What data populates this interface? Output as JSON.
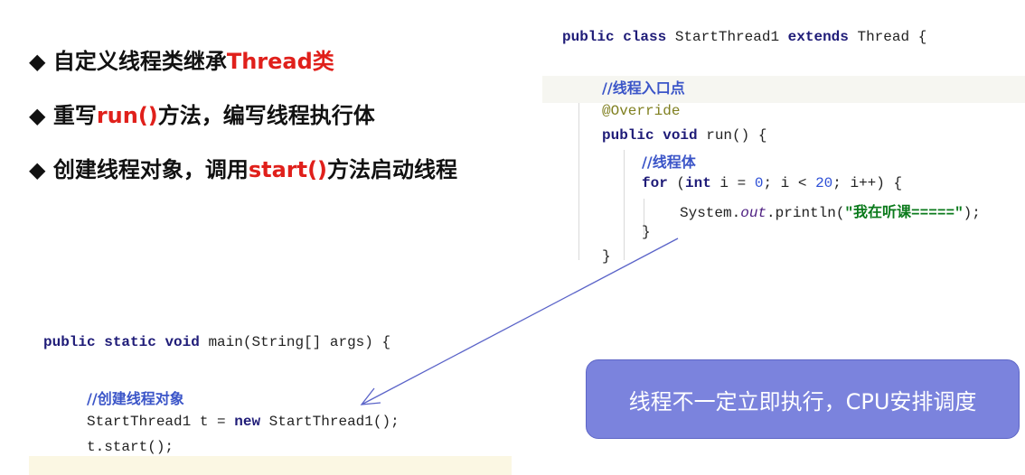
{
  "bullets": [
    {
      "marker": "◆",
      "pre": "自定义线程类继承",
      "red": "Thread类",
      "post": ""
    },
    {
      "marker": "◆",
      "pre": "重写",
      "red": "run()",
      "post": "方法，编写线程执行体"
    },
    {
      "marker": "◆",
      "pre": "创建线程对象，调用",
      "red": "start()",
      "post": "方法启动线程"
    }
  ],
  "code_top": {
    "l1_kw1": "public",
    "l1_kw2": "class",
    "l1_name": " StartThread1 ",
    "l1_kw3": "extends",
    "l1_rest": " Thread {",
    "l2_comment": "//线程入口点",
    "l3_annotation": "@Override",
    "l4_kw1": "public",
    "l4_kw2": "void",
    "l4_rest": " run() {",
    "l5_comment": "//线程体",
    "l6_kw1": "for",
    "l6_a": " (",
    "l6_kw2": "int",
    "l6_b": " i = ",
    "l6_n1": "0",
    "l6_c": "; i < ",
    "l6_n2": "20",
    "l6_d": "; i++) {",
    "l7_a": "System.",
    "l7_out": "out",
    "l7_b": ".println(",
    "l7_str": "\"我在听课=====\"",
    "l7_c": ");",
    "l8": "}",
    "l9": "}"
  },
  "code_bottom": {
    "l1_kw1": "public",
    "l1_kw2": "static",
    "l1_kw3": "void",
    "l1_rest": " main(String[] args) {",
    "l2_comment": "//创建线程对象",
    "l3_a": "StartThread1 t = ",
    "l3_kw": "new",
    "l3_b": " StartThread1();",
    "l4": "t.start();"
  },
  "note": {
    "text": "线程不一定立即执行，CPU安排调度"
  },
  "colors": {
    "accent_red": "#e0201b",
    "note_bg": "#7b83dd",
    "arrow": "#5a63c8"
  }
}
